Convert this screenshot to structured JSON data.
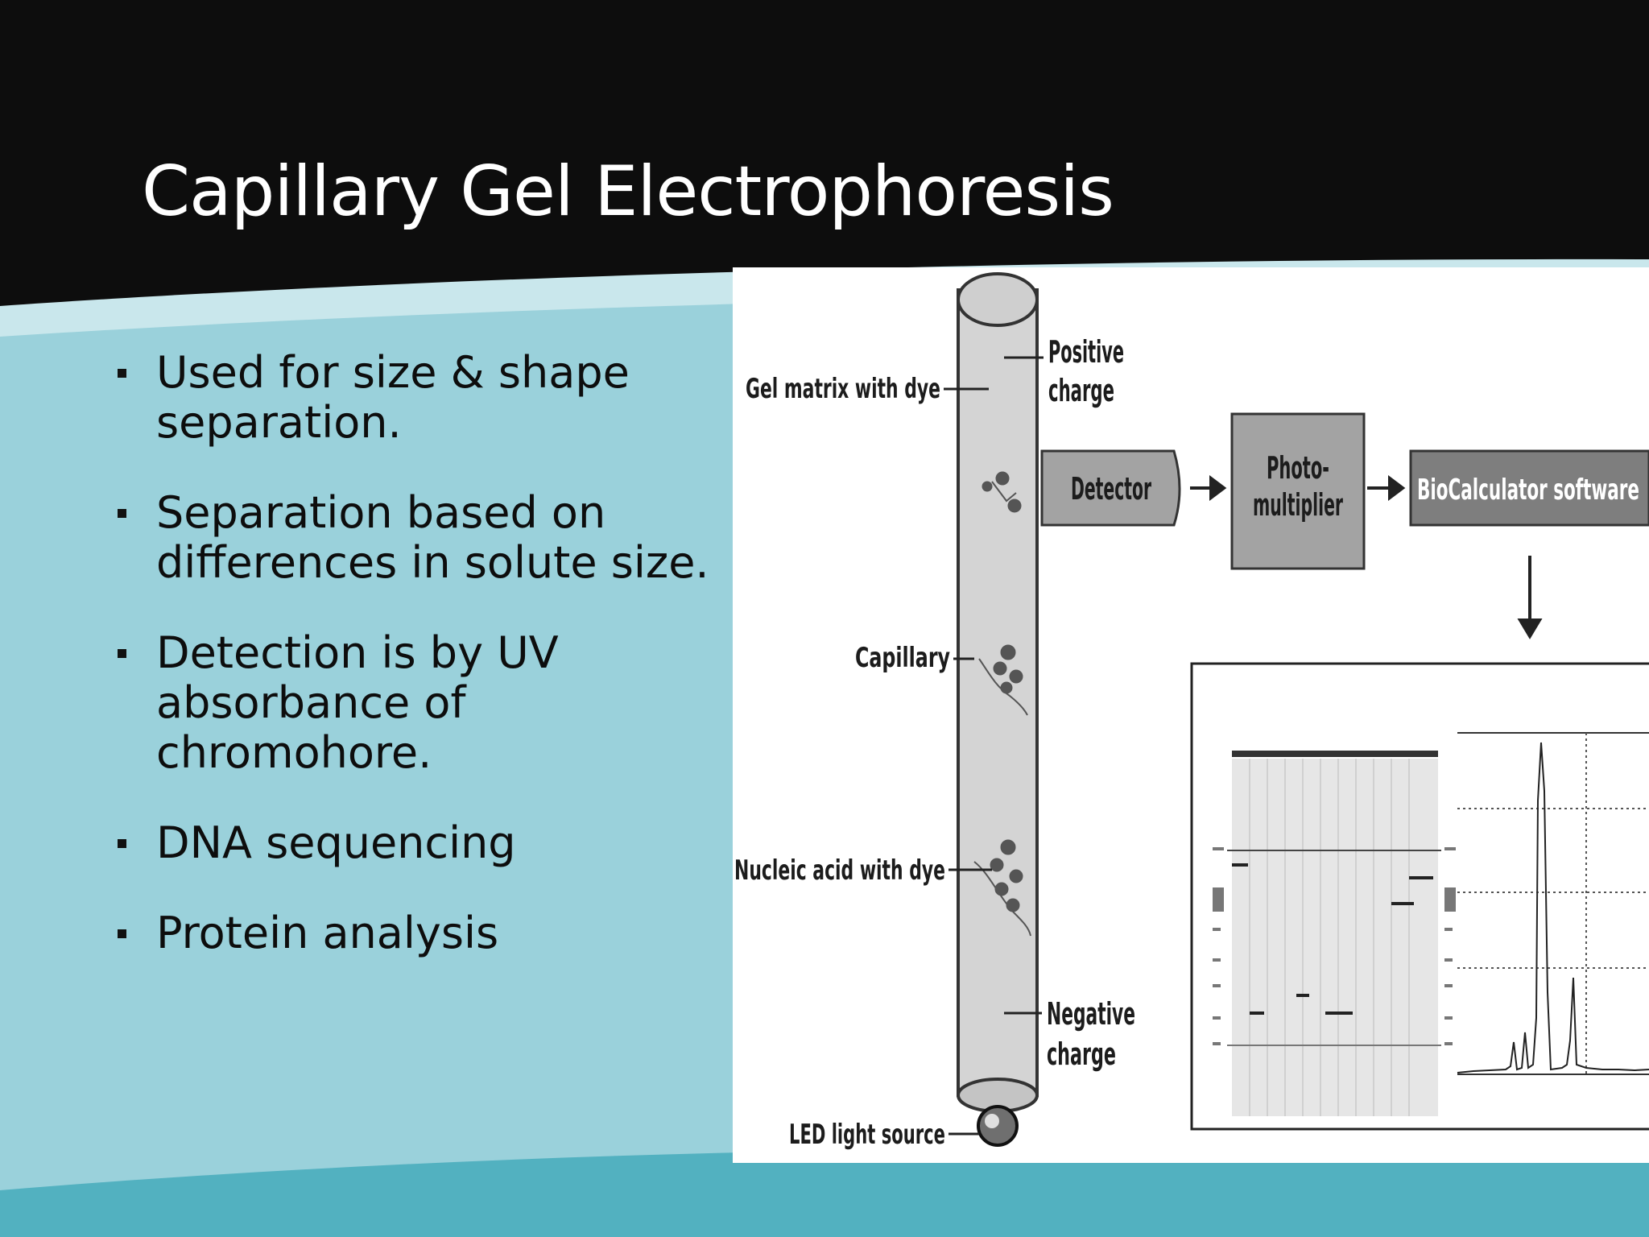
{
  "slide": {
    "title": "Capillary Gel Electrophoresis",
    "bullets": [
      "Used for size & shape separation.",
      "Separation based on differences in solute size.",
      "Detection is by UV absorbance of chromohore.",
      "DNA sequencing",
      "Protein analysis"
    ]
  },
  "diagram": {
    "labels": {
      "gel_matrix": "Gel matrix with dye",
      "positive_1": "Positive",
      "positive_2": "charge",
      "capillary": "Capillary",
      "nucleic_acid": "Nucleic acid with dye",
      "negative_1": "Negative",
      "negative_2": "charge",
      "led": "LED light source",
      "detector": "Detector",
      "photo_1": "Photo-",
      "photo_2": "multiplier",
      "software": "BioCalculator software"
    }
  },
  "colors": {
    "header": "#0d0d0d",
    "teal_light": "#9ad1db",
    "teal_dark": "#52b1c0",
    "box_grey": "#a3a3a3",
    "software_box": "#7e7e7e"
  }
}
